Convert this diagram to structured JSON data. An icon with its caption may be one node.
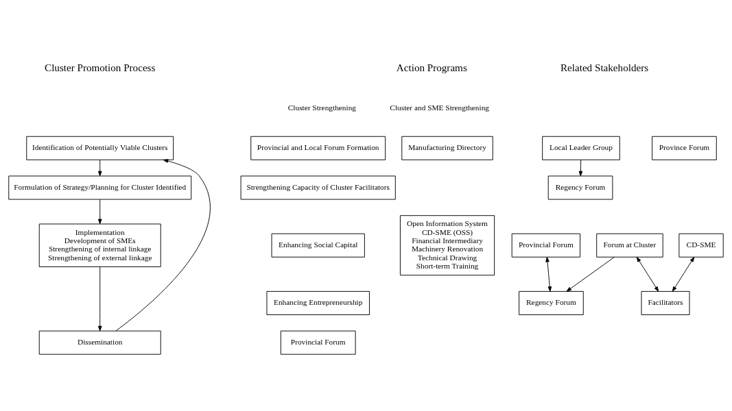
{
  "diagram": {
    "nodes": [
      {
        "text": [
          "Identification of Potentially Viable Clusters"
        ]
      },
      {
        "text": [
          "Formulation of Strategy/Planning for Cluster Identified"
        ]
      },
      {
        "text": [
          "Implementation",
          "Development of SMEs",
          "Strengthening of internal linkage",
          "Strengthening of external linkage"
        ]
      },
      {
        "text": [
          "Dissemination"
        ]
      },
      {
        "text": [
          "Provincial and Local Forum Formation"
        ]
      },
      {
        "text": [
          "Strengthening Capacity of Cluster Facilitators"
        ]
      },
      {
        "text": [
          "Enhancing Social Capital"
        ]
      },
      {
        "text": [
          "Enhancing Entrepreneurship"
        ]
      },
      {
        "text": [
          "Provincial Forum"
        ]
      },
      {
        "text": [
          "Manufacturing Directory"
        ]
      },
      {
        "text": [
          "Open Information System",
          "CD-SME (OSS)",
          "Financial Intermediary",
          "Machinery Renovation",
          "Technical Drawing",
          "Short-term Training"
        ]
      },
      {
        "text": [
          "Local Leader Group"
        ]
      },
      {
        "text": [
          "Province Forum"
        ]
      },
      {
        "text": [
          "Regency Forum"
        ]
      },
      {
        "text": [
          "Provincial Forum"
        ]
      },
      {
        "text": [
          "Regency Forum"
        ]
      },
      {
        "text": [
          "Forum at Cluster"
        ]
      },
      {
        "text": [
          "CD-SME"
        ]
      },
      {
        "text": [
          "Facilitators"
        ]
      }
    ],
    "edges": [
      {
        "from": 0,
        "to": 1,
        "arrow": "to"
      },
      {
        "from": 1,
        "to": 2,
        "arrow": "to"
      },
      {
        "from": 2,
        "to": 3,
        "arrow": "to"
      },
      {
        "from": 3,
        "to": 0,
        "arrow": "to"
      },
      {
        "from": 11,
        "to": 13,
        "arrow": "to"
      },
      {
        "from": 14,
        "to": 15,
        "arrow": "both"
      },
      {
        "from": 16,
        "to": 15,
        "arrow": "to"
      },
      {
        "from": 17,
        "to": 18,
        "arrow": "both"
      },
      {
        "from": 16,
        "to": 18,
        "arrow": "both"
      }
    ],
    "labels": [
      "Cluster Promotion Process",
      "Action Programs",
      "Related Stakeholders",
      "Cluster Strengthening",
      "Cluster and SME Strengthening"
    ]
  }
}
